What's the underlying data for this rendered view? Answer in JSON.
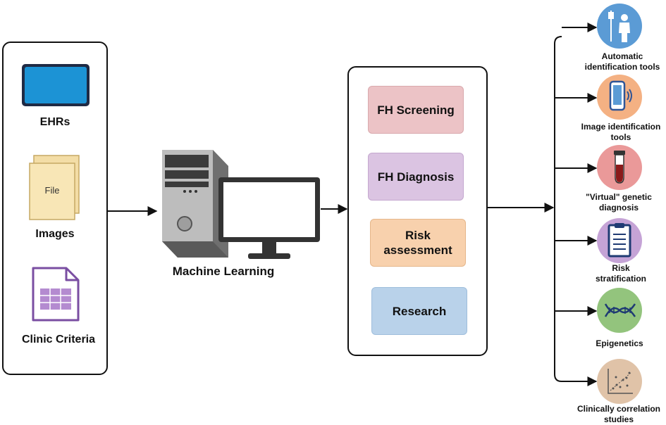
{
  "inputs": {
    "ehrs": "EHRs",
    "images": "Images",
    "file_text": "File",
    "clinic": "Clinic Criteria"
  },
  "center": {
    "ml_label": "Machine Learning"
  },
  "tasks": [
    {
      "label": "FH Screening",
      "color": "#ecc3c6"
    },
    {
      "label": "FH Diagnosis",
      "color": "#dbc4e2"
    },
    {
      "label": "Risk\nassessment",
      "color": "#f8d1ad"
    },
    {
      "label": "Research",
      "color": "#b9d2ea"
    }
  ],
  "outputs": [
    {
      "label": "Automatic\nidentification tools",
      "icon": "doctor-icon",
      "color": "#5b9bd5"
    },
    {
      "label": "Image identification\ntools",
      "icon": "phone-icon",
      "color": "#f4b183"
    },
    {
      "label": "\"Virtual\" genetic\ndiagnosis",
      "icon": "test-tube-icon",
      "color": "#ea9999"
    },
    {
      "label": "Risk\nstratification",
      "icon": "clipboard-icon",
      "color": "#c5a3d6"
    },
    {
      "label": "Epigenetics",
      "icon": "dna-icon",
      "color": "#93c47d"
    },
    {
      "label": "Clinically correlation\nstudies",
      "icon": "scatter-plot-icon",
      "color": "#e0c3a8"
    }
  ]
}
